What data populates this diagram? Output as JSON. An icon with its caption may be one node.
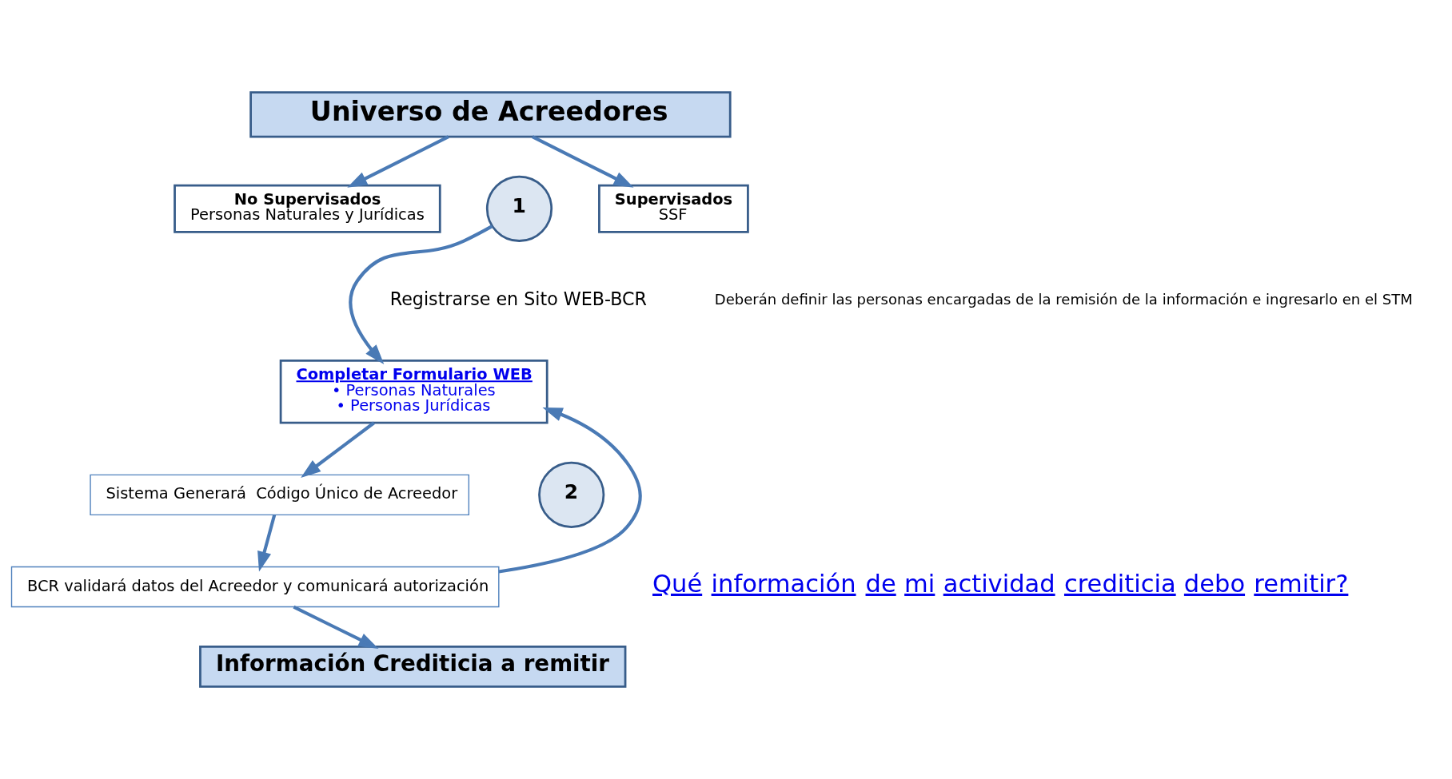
{
  "diagram": {
    "nodes": [
      {
        "text": [
          "Universo de Acreedores"
        ]
      },
      {
        "text": [
          "No Supervisados",
          "Personas Naturales y Jurídicas"
        ]
      },
      {
        "text": [
          "Supervisados",
          "SSF"
        ]
      },
      {
        "text": [
          "1"
        ]
      },
      {
        "text": [
          "Completar Formulario WEB",
          "• Personas Naturales",
          "• Personas Jurídicas"
        ]
      },
      {
        "text": [
          "Sistema Generará  Código Único de Acreedor"
        ]
      },
      {
        "text": [
          "BCR validará datos del Acreedor y comunicará autorización"
        ]
      },
      {
        "text": [
          "2"
        ]
      },
      {
        "text": [
          "Información Crediticia a remitir"
        ]
      }
    ],
    "edges": [
      {
        "from": 0,
        "to": 1,
        "arrow": "to"
      },
      {
        "from": 0,
        "to": 2,
        "arrow": "to"
      },
      {
        "from": 3,
        "to": 4,
        "arrow": "to"
      },
      {
        "from": 4,
        "to": 5,
        "arrow": "to"
      },
      {
        "from": 5,
        "to": 6,
        "arrow": "to"
      },
      {
        "from": 6,
        "to": 4,
        "arrow": "to"
      },
      {
        "from": 6,
        "to": 8,
        "arrow": "to"
      }
    ],
    "labels": [
      "Registrarse en Sito WEB-BCR",
      "Deberán definir las personas encargadas de la remisión de la información e ingresarlo en el STM",
      "Qué información de mi actividad crediticia debo remitir?"
    ]
  }
}
